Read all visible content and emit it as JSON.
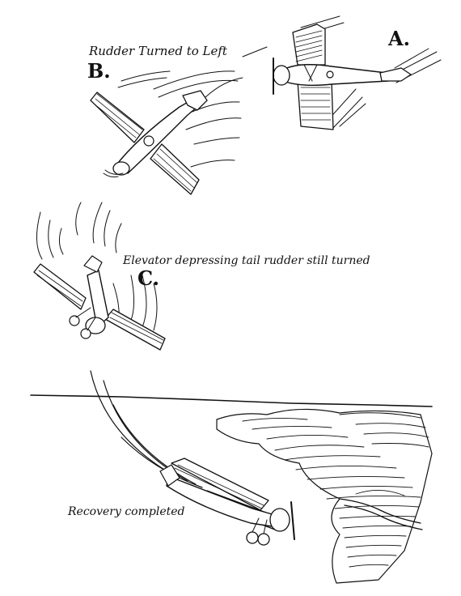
{
  "figure": {
    "panel_a": {
      "letter": "A."
    },
    "panel_b": {
      "letter": "B.",
      "caption": "Rudder Turned to Left"
    },
    "panel_c": {
      "letter": "C.",
      "caption": "Elevator depressing tail rudder still turned"
    },
    "panel_d": {
      "caption": "Recovery completed"
    }
  }
}
